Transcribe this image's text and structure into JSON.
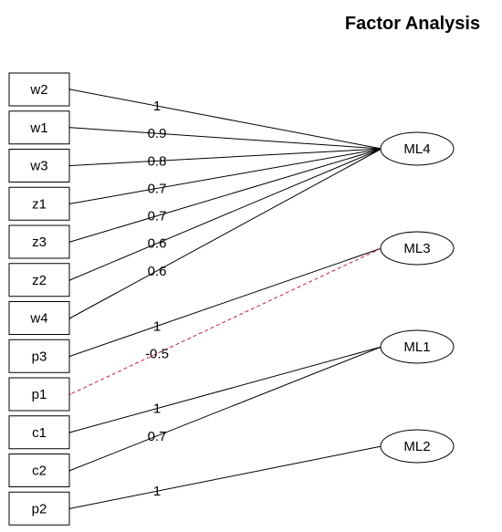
{
  "title": "Factor Analysis",
  "observed": [
    {
      "id": "w2",
      "label": "w2"
    },
    {
      "id": "w1",
      "label": "w1"
    },
    {
      "id": "w3",
      "label": "w3"
    },
    {
      "id": "z1",
      "label": "z1"
    },
    {
      "id": "z3",
      "label": "z3"
    },
    {
      "id": "z2",
      "label": "z2"
    },
    {
      "id": "w4",
      "label": "w4"
    },
    {
      "id": "p3",
      "label": "p3"
    },
    {
      "id": "p1",
      "label": "p1"
    },
    {
      "id": "c1",
      "label": "c1"
    },
    {
      "id": "c2",
      "label": "c2"
    },
    {
      "id": "p2",
      "label": "p2"
    }
  ],
  "factors": [
    {
      "id": "ML4",
      "label": "ML4"
    },
    {
      "id": "ML3",
      "label": "ML3"
    },
    {
      "id": "ML1",
      "label": "ML1"
    },
    {
      "id": "ML2",
      "label": "ML2"
    }
  ],
  "loadings": [
    {
      "from": "ML4",
      "to": "w2",
      "label": "1",
      "negative": false
    },
    {
      "from": "ML4",
      "to": "w1",
      "label": "0.9",
      "negative": false
    },
    {
      "from": "ML4",
      "to": "w3",
      "label": "0.8",
      "negative": false
    },
    {
      "from": "ML4",
      "to": "z1",
      "label": "0.7",
      "negative": false
    },
    {
      "from": "ML4",
      "to": "z3",
      "label": "0.7",
      "negative": false
    },
    {
      "from": "ML4",
      "to": "z2",
      "label": "0.6",
      "negative": false
    },
    {
      "from": "ML4",
      "to": "w4",
      "label": "0.6",
      "negative": false
    },
    {
      "from": "ML3",
      "to": "p3",
      "label": "1",
      "negative": false
    },
    {
      "from": "ML3",
      "to": "p1",
      "label": "-0.5",
      "negative": true
    },
    {
      "from": "ML1",
      "to": "c1",
      "label": "1",
      "negative": false
    },
    {
      "from": "ML1",
      "to": "c2",
      "label": "0.7",
      "negative": false
    },
    {
      "from": "ML2",
      "to": "p2",
      "label": "1",
      "negative": false
    }
  ],
  "colors": {
    "positive_edge": "#000000",
    "negative_edge": "#c0203a"
  }
}
